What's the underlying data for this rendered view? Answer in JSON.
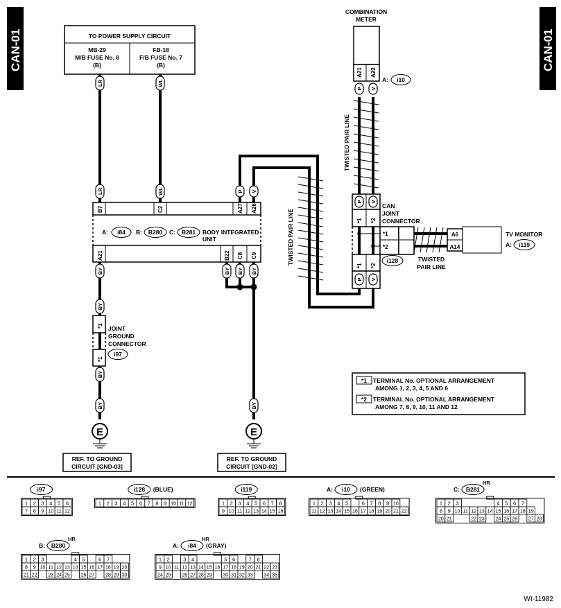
{
  "corner_label": "CAN-01",
  "figure_id": "WI-11982",
  "power_box": {
    "title": "TO POWER SUPPLY CIRCUIT",
    "left": [
      "MB-29",
      "M/B FUSE No. 8",
      "(B)"
    ],
    "right": [
      "FB-18",
      "F/B FUSE No. 7",
      "(B)"
    ]
  },
  "combination_meter": [
    "COMBINATION",
    "METER"
  ],
  "meter_conn": {
    "prefix": "A:",
    "id": "i10",
    "pins": [
      "A21",
      "A22"
    ]
  },
  "wires": {
    "lr": "LR",
    "wl": "WL",
    "p": "P",
    "v": "V",
    "by": "BY"
  },
  "twisted_pair": "TWISTED PAIR LINE",
  "twisted_pair_2": [
    "TWISTED",
    "PAIR LINE"
  ],
  "biu": {
    "a_prefix": "A:",
    "a_id": "i84",
    "b_prefix": "B:",
    "b_id": "B280",
    "c_prefix": "C:",
    "c_id": "B281",
    "name": [
      "BODY INTEGRATED",
      "UNIT"
    ],
    "top_pins": [
      "B7",
      "C2",
      "A27",
      "A26"
    ],
    "bottom_pins": [
      "A21",
      "B22",
      "C8",
      "C9"
    ]
  },
  "can_joint": {
    "label": [
      "CAN",
      "JOINT",
      "CONNECTOR"
    ],
    "id": "i128",
    "t1": "*1",
    "t2": "*2"
  },
  "tv_monitor": {
    "label": "TV MONITOR",
    "prefix": "A:",
    "id": "i119",
    "pins": [
      "A6",
      "A14"
    ]
  },
  "joint_ground": {
    "label": [
      "JOINT",
      "GROUND",
      "CONNECTOR"
    ],
    "id": "i97",
    "t": "*1"
  },
  "ground_symbol": "E",
  "ground_refs": [
    [
      "REF. TO GROUND",
      "CIRCUIT [GND-03]"
    ],
    [
      "REF. TO GROUND",
      "CIRCUIT [GND-02]"
    ]
  ],
  "legend": [
    {
      "key": "*1",
      "text": [
        "TERMINAL No. OPTIONAL ARRANGEMENT",
        "AMONG 1, 2, 3, 4, 5 AND 6"
      ]
    },
    {
      "key": "*2",
      "text": [
        "TERMINAL No. OPTIONAL ARRANGEMENT",
        "AMONG 7, 8, 9, 10, 11 AND 12"
      ]
    }
  ],
  "connector_views": [
    {
      "id": "i97",
      "prefix": "",
      "suffix": "",
      "hr": "",
      "rows": [
        [
          "1",
          "2",
          "3",
          "4",
          "5",
          "6"
        ],
        [
          "7",
          "8",
          "9",
          "10",
          "11",
          "12"
        ]
      ]
    },
    {
      "id": "i128",
      "prefix": "",
      "suffix": "(BLUE)",
      "hr": "",
      "rows": [
        [
          "1",
          "2",
          "3",
          "4",
          "5",
          "6",
          "7",
          "8",
          "9",
          "10",
          "11",
          "12"
        ]
      ]
    },
    {
      "id": "i119",
      "prefix": "",
      "suffix": "",
      "hr": "",
      "rows": [
        [
          "1",
          "2",
          "3",
          "4",
          "5",
          "6",
          "7",
          "8"
        ],
        [
          "9",
          "10",
          "11",
          "12",
          "13",
          "14",
          "15",
          "16"
        ]
      ]
    },
    {
      "id": "i10",
      "prefix": "A:",
      "suffix": "(GREEN)",
      "hr": "",
      "rows": [
        [
          "1",
          "2",
          "3",
          "4",
          "5",
          "",
          "6",
          "7",
          "8",
          "9",
          "10"
        ],
        [
          "11",
          "12",
          "13",
          "14",
          "15",
          "16",
          "17",
          "18",
          "19",
          "20",
          "21",
          "22"
        ]
      ]
    },
    {
      "id": "B281",
      "prefix": "C:",
      "suffix": "",
      "hr": "HR",
      "rows": [
        [
          "1",
          "2",
          "3",
          "",
          "",
          "",
          "",
          "4",
          "5",
          "6",
          "7"
        ],
        [
          "8",
          "9",
          "10",
          "11",
          "12",
          "13",
          "14",
          "15",
          "16",
          "17",
          "18",
          "19"
        ],
        [
          "20",
          "21",
          "",
          "",
          "22",
          "23",
          "",
          "24",
          "25",
          "26",
          "",
          "27",
          "28"
        ]
      ]
    },
    {
      "id": "B280",
      "prefix": "B:",
      "suffix": "",
      "hr": "HR",
      "rows": [
        [
          "1",
          "2",
          "3",
          "",
          "",
          "",
          "4",
          "5",
          "",
          "6",
          "7"
        ],
        [
          "8",
          "9",
          "10",
          "11",
          "12",
          "13",
          "14",
          "15",
          "16",
          "17",
          "18",
          "19",
          "20"
        ],
        [
          "21",
          "22",
          "",
          "23",
          "24",
          "25",
          "",
          "26",
          "27",
          "",
          "28",
          "29",
          "30"
        ]
      ]
    },
    {
      "id": "i84",
      "prefix": "A:",
      "suffix": "(GRAY)",
      "hr": "HR",
      "rows": [
        [
          "1",
          "2",
          "",
          "3",
          "4",
          "",
          "",
          "",
          "5",
          "6",
          "",
          "7",
          "8"
        ],
        [
          "9",
          "10",
          "11",
          "12",
          "13",
          "14",
          "15",
          "16",
          "17",
          "18",
          "19",
          "20",
          "21",
          "22",
          "23"
        ],
        [
          "24",
          "25",
          "",
          "26",
          "27",
          "28",
          "29",
          "",
          "30",
          "31",
          "32",
          "33",
          "",
          "34",
          "35"
        ]
      ]
    }
  ]
}
